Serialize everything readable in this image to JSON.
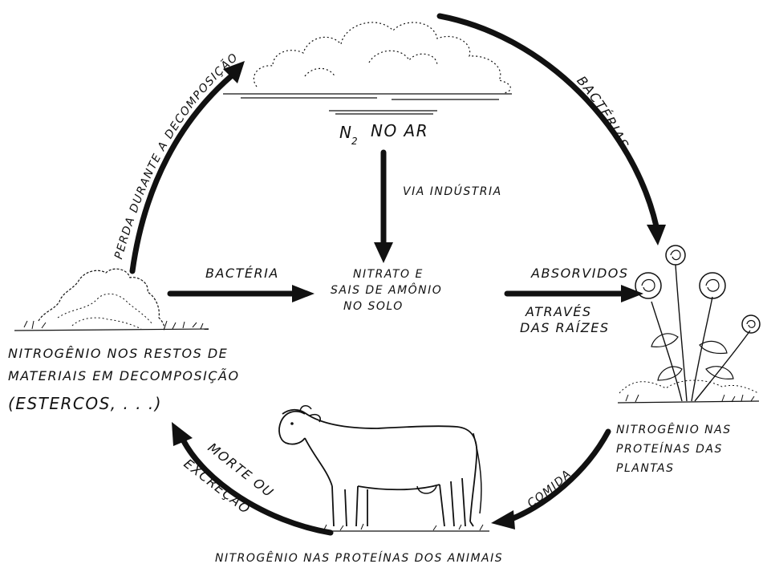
{
  "nodes": {
    "air": {
      "label": "N",
      "subscript": "2",
      "suffix": "NO AR"
    },
    "soil": {
      "lines": [
        "NITRATO E",
        "SAIS DE AMÔNIO",
        "NO SOLO"
      ]
    },
    "decomposition": {
      "lines": [
        "NITROGÊNIO NOS RESTOS DE",
        "MATERIAIS EM DECOMPOSIÇÃO",
        "(ESTERCOS, . . .)"
      ]
    },
    "plants": {
      "lines": [
        "NITROGÊNIO NAS",
        "PROTEÍNAS DAS",
        "PLANTAS"
      ]
    },
    "animals": {
      "label": "NITROGÊNIO NAS PROTEÍNAS DOS ANIMAIS"
    }
  },
  "edges": {
    "decomposition_to_air": "PERDA DURANTE A DECOMPOSIÇÃO",
    "air_to_plants": "BACTÉRIAS",
    "air_to_soil": "VIA INDÚSTRIA",
    "decomposition_to_soil": "BACTÉRIA",
    "soil_to_plants_top": "ABSORVIDOS",
    "soil_to_plants_bottom": [
      "ATRAVÉS",
      "DAS RAÍZES"
    ],
    "plants_to_animals": "COMIDA",
    "animals_to_decomposition": [
      "MORTE OU",
      "EXCREÇÃO"
    ]
  },
  "colors": {
    "ink": "#111111",
    "background": "#ffffff"
  },
  "icons": [
    "cloud-icon",
    "compost-heap-icon",
    "rose-plant-icon",
    "cow-icon"
  ]
}
